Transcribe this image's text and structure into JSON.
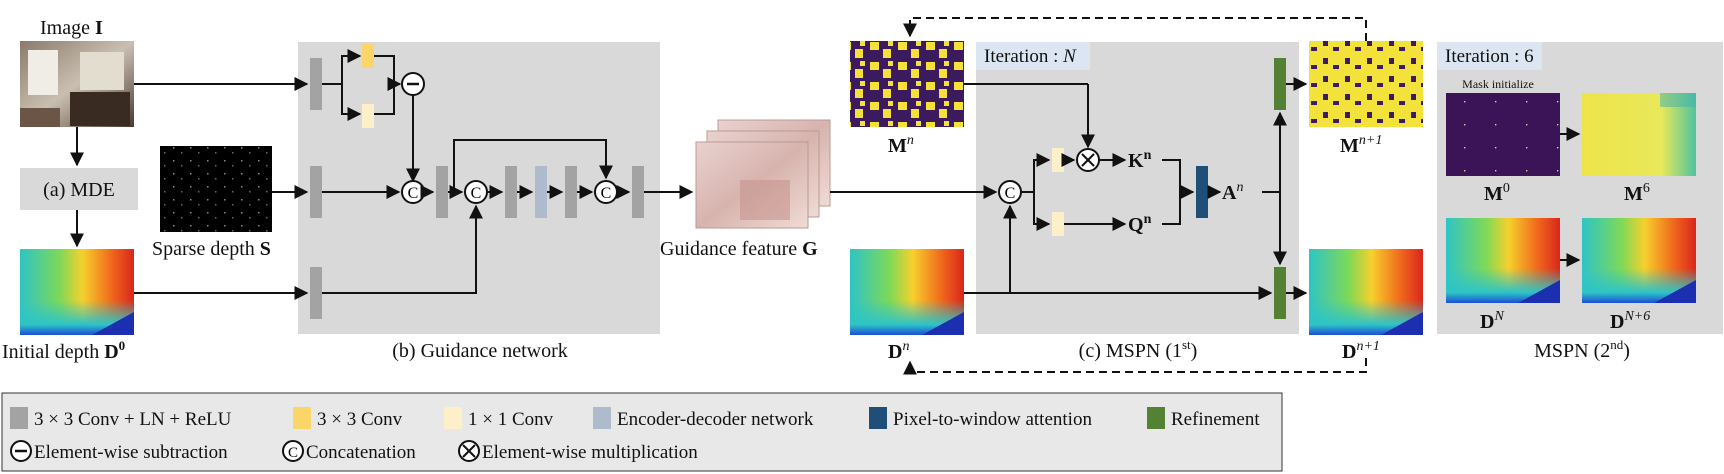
{
  "inputs": {
    "image_label": "Image ",
    "image_symbol": "I",
    "mde_label": "(a) MDE",
    "initial_depth_label": "Initial depth ",
    "initial_depth_symbol": "D",
    "initial_depth_sup": "0",
    "sparse_label": "Sparse depth ",
    "sparse_symbol": "S"
  },
  "guidance": {
    "panel_label": "(b) Guidance network",
    "feature_label": "Guidance feature ",
    "feature_symbol": "G",
    "concat_symbol": "C"
  },
  "mspn1": {
    "iteration_label": "Iteration : ",
    "iteration_value": "N",
    "panel_label": "(c) MSPN  (1",
    "panel_sup": "st",
    "panel_close": ")",
    "mask_in": "M",
    "mask_in_sup": "n",
    "mask_out": "M",
    "mask_out_sup": "n+1",
    "depth_in": "D",
    "depth_in_sup": "n",
    "depth_out": "D",
    "depth_out_sup": "n+1",
    "key": "K",
    "key_sup": "n",
    "query": "Q",
    "query_sup": "n",
    "attn": "A",
    "attn_sup": "n"
  },
  "mspn2": {
    "iteration_label": "Iteration : 6",
    "mask_init_label": "Mask initialize",
    "m0": "M",
    "m0_sup": "0",
    "m6": "M",
    "m6_sup": "6",
    "dn": "D",
    "dn_sup": "N",
    "dn6": "D",
    "dn6_sup": "N+6",
    "panel_label": "MSPN (2",
    "panel_sup": "nd",
    "panel_close": ")"
  },
  "legend": {
    "items": [
      {
        "label": "3 × 3 Conv + LN + ReLU",
        "color": "#a3a3a3"
      },
      {
        "label": "3 × 3 Conv",
        "color": "#fbd56a"
      },
      {
        "label": "1 × 1 Conv",
        "color": "#fdf0c8"
      },
      {
        "label": "Encoder-decoder network",
        "color": "#aebbcd"
      },
      {
        "label": "Pixel-to-window attention",
        "color": "#1f4e79"
      },
      {
        "label": "Refinement",
        "color": "#548235"
      }
    ],
    "ops": [
      {
        "label": "Element-wise subtraction",
        "symbol": "−"
      },
      {
        "label": "Concatenation",
        "symbol": "C"
      },
      {
        "label": "Element-wise multiplication",
        "symbol": "×"
      }
    ]
  },
  "colors": {
    "panel": "#d9d9d9",
    "iteration_tag": "#dce6f2",
    "conv_relu": "#a3a3a3",
    "conv3": "#fbd56a",
    "conv1": "#fdf0c8",
    "encdec": "#aebbcd",
    "attention": "#1f4e79",
    "refinement": "#548235"
  }
}
